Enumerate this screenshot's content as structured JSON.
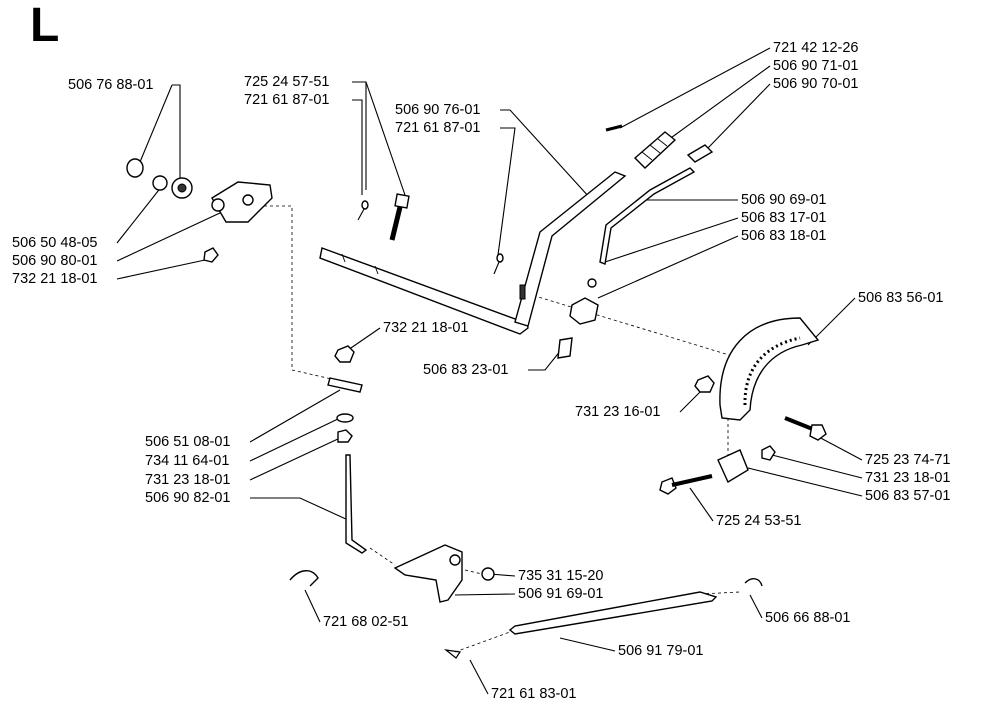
{
  "section_letter": "L",
  "labels": {
    "l1": "506 76 88-01",
    "l2": "725 24 57-51",
    "l3": "721 61 87-01",
    "l4": "506 90 76-01",
    "l5": "721 61 87-01",
    "l6": "721 42 12-26",
    "l7": "506 90 71-01",
    "l8": "506 90 70-01",
    "l9": "506 90 69-01",
    "l10": "506 83 17-01",
    "l11": "506 83 18-01",
    "l12": "506 50 48-05",
    "l13": "506 90 80-01",
    "l14": "732 21 18-01",
    "l15": "732 21 18-01",
    "l16": "506 83 23-01",
    "l17": "506 83 56-01",
    "l18": "731 23 16-01",
    "l19": "506 51 08-01",
    "l20": "734 11 64-01",
    "l21": "731 23 18-01",
    "l22": "506 90 82-01",
    "l23": "725 23 74-71",
    "l24": "731 23 18-01",
    "l25": "506 83 57-01",
    "l26": "725 24 53-51",
    "l27": "735 31 15-20",
    "l28": "506 91 69-01",
    "l29": "721 68 02-51",
    "l30": "506 66 88-01",
    "l31": "506 91 79-01",
    "l32": "721 61 83-01"
  }
}
